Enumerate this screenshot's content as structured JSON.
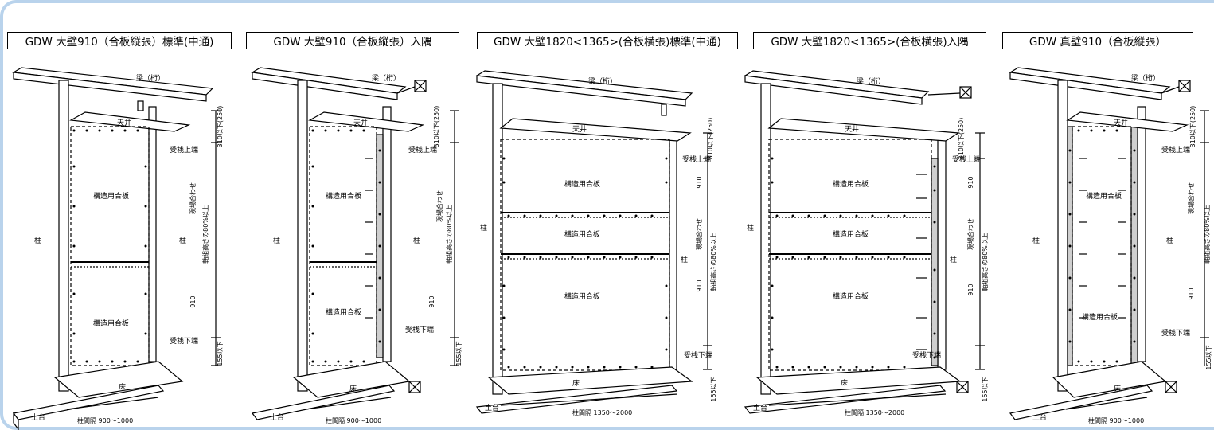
{
  "panels": [
    {
      "title": "GDW 大壁910（合板縦張）標準(中通)",
      "labels": {
        "beam": "梁（桁）",
        "ceiling": "天井",
        "plywood_upper": "構造用合板",
        "plywood_lower": "構造用合板",
        "post_left": "柱",
        "post_right": "柱",
        "floor": "床",
        "sill": "土台",
        "ukesan_top": "受桟上端",
        "ukesan_bottom": "受桟下端",
        "dim_top": "310以下(250)",
        "dim_bottom": "155以下",
        "dim_910": "910",
        "dim_site": "現場合わせ",
        "dim_ratio": "軸組高さの80%以上",
        "span": "柱間隔 900～1000"
      }
    },
    {
      "title": "GDW 大壁910（合板縦張）入隅",
      "labels": {
        "beam": "梁（桁）",
        "ceiling": "天井",
        "plywood_upper": "構造用合板",
        "plywood_lower": "構造用合板",
        "post_left": "柱",
        "post_right": "柱",
        "floor": "床",
        "sill": "土台",
        "ukesan_top": "受桟上端",
        "ukesan_bottom": "受桟下端",
        "dim_top": "310以下(250)",
        "dim_bottom": "155以下",
        "dim_910": "910",
        "dim_site": "現場合わせ",
        "dim_ratio": "軸組高さの80%以上",
        "span": "柱間隔 900～1000"
      }
    },
    {
      "title": "GDW 大壁1820<1365>(合板横張)標準(中通)",
      "labels": {
        "beam": "梁（桁）",
        "ceiling": "天井",
        "plywood_top": "構造用合板",
        "plywood_mid": "構造用合板",
        "plywood_bottom": "構造用合板",
        "post_left": "柱",
        "post_right": "柱",
        "floor": "床",
        "sill": "土台",
        "ukesan_top": "受桟上端",
        "ukesan_bottom": "受桟下端",
        "dim_top": "310以下(250)",
        "dim_bottom": "155以下",
        "dim_910a": "910",
        "dim_910b": "910",
        "dim_site": "現場合わせ",
        "dim_ratio": "軸組高さの80%以上",
        "span": "柱間隔 1350～2000"
      }
    },
    {
      "title": "GDW 大壁1820<1365>(合板横張)入隅",
      "labels": {
        "beam": "梁（桁）",
        "ceiling": "天井",
        "plywood_top": "構造用合板",
        "plywood_mid": "構造用合板",
        "plywood_bottom": "構造用合板",
        "post_left": "柱",
        "post_right": "柱",
        "floor": "床",
        "sill": "土台",
        "ukesan_top": "受桟上端",
        "ukesan_bottom": "受桟下端",
        "dim_top": "310以下(250)",
        "dim_bottom": "155以下",
        "dim_910a": "910",
        "dim_910b": "910",
        "dim_site": "現場合わせ",
        "dim_ratio": "軸組高さの80%以上",
        "span": "柱間隔 1350～2000"
      }
    },
    {
      "title": "GDW 真壁910（合板縦張）",
      "labels": {
        "beam": "梁（桁）",
        "ceiling": "天井",
        "plywood_upper": "構造用合板",
        "plywood_lower": "構造用合板",
        "post_left": "柱",
        "post_right": "柱",
        "floor": "床",
        "sill": "土台",
        "ukesan_top": "受桟上端",
        "ukesan_bottom": "受桟下端",
        "dim_top": "310以下(250)",
        "dim_bottom": "155以下",
        "dim_910": "910",
        "dim_site": "現場合わせ",
        "dim_ratio": "軸組高さの80%以上",
        "span": "柱間隔 900～1000"
      }
    }
  ]
}
